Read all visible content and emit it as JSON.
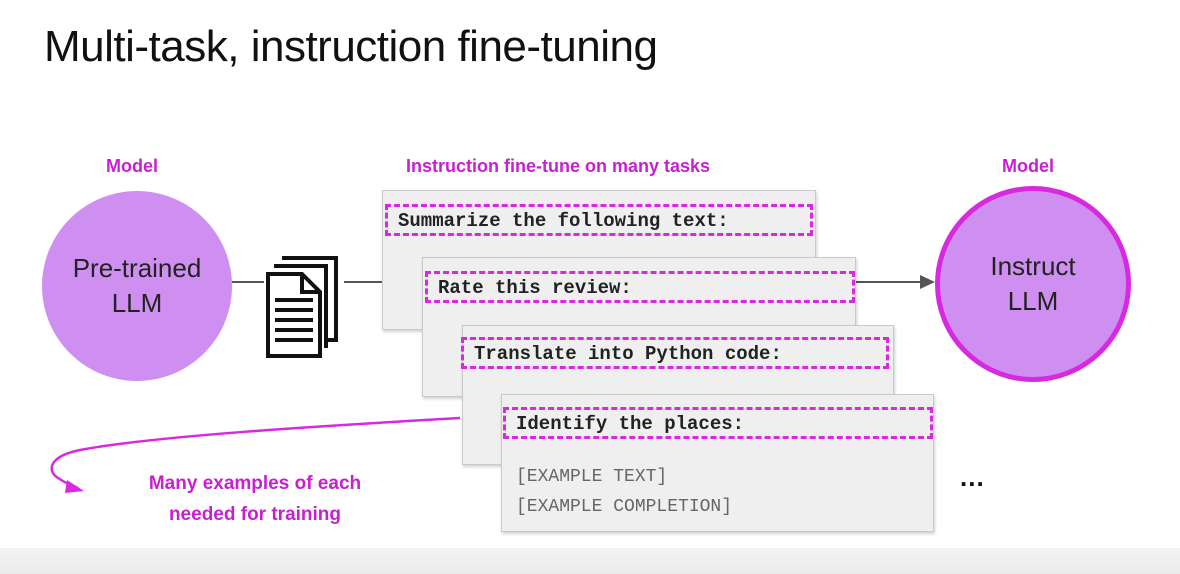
{
  "title": "Multi-task, instruction fine-tuning",
  "left_model": {
    "label": "Model",
    "text_line1": "Pre-trained",
    "text_line2": "LLM"
  },
  "right_model": {
    "label": "Model",
    "text_line1": "Instruct",
    "text_line2": "LLM"
  },
  "tasks_label": "Instruction fine-tune on many tasks",
  "tasks": [
    "Summarize the following text:",
    "Rate this review:",
    "Translate into Python code:",
    "Identify the places:"
  ],
  "example_text": "[EXAMPLE TEXT]",
  "example_completion": "[EXAMPLE COMPLETION]",
  "ellipsis": "...",
  "note_line1": "Many examples of each",
  "note_line2": "needed for training",
  "icons": [
    "document-stack-icon",
    "arrow-right-icon",
    "curved-arrow-icon"
  ],
  "colors": {
    "accent": "#d829e0",
    "circle_fill": "#cf8ff0",
    "card_bg": "#efefef"
  }
}
